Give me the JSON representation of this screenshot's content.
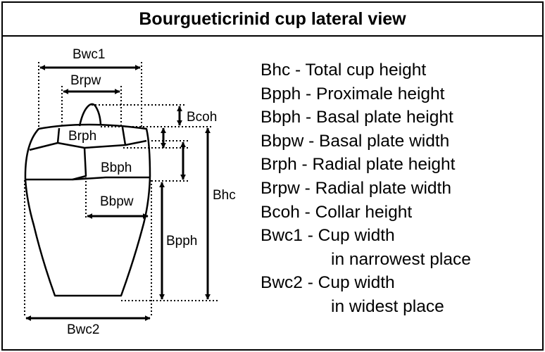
{
  "title": "Bourgueticrinid cup lateral view",
  "labels": {
    "bwc1": "Bwc1",
    "brpw": "Brpw",
    "bcoh": "Bcoh",
    "brph": "Brph",
    "bbph": "Bbph",
    "bhc": "Bhc",
    "bbpw": "Bbpw",
    "bpph": "Bpph",
    "bwc2": "Bwc2"
  },
  "legend": [
    {
      "text": "Bhc - Total cup height"
    },
    {
      "text": "Bpph - Proximale height"
    },
    {
      "text": "Bbph - Basal plate height"
    },
    {
      "text": "Bbpw - Basal plate width"
    },
    {
      "text": "Brph - Radial plate height"
    },
    {
      "text": "Brpw - Radial plate width"
    },
    {
      "text": "Bcoh - Collar height"
    },
    {
      "text": "Bwc1 - Cup width",
      "cont": "in narrowest place"
    },
    {
      "text": "Bwc2 - Cup width",
      "cont": "in widest place"
    }
  ]
}
